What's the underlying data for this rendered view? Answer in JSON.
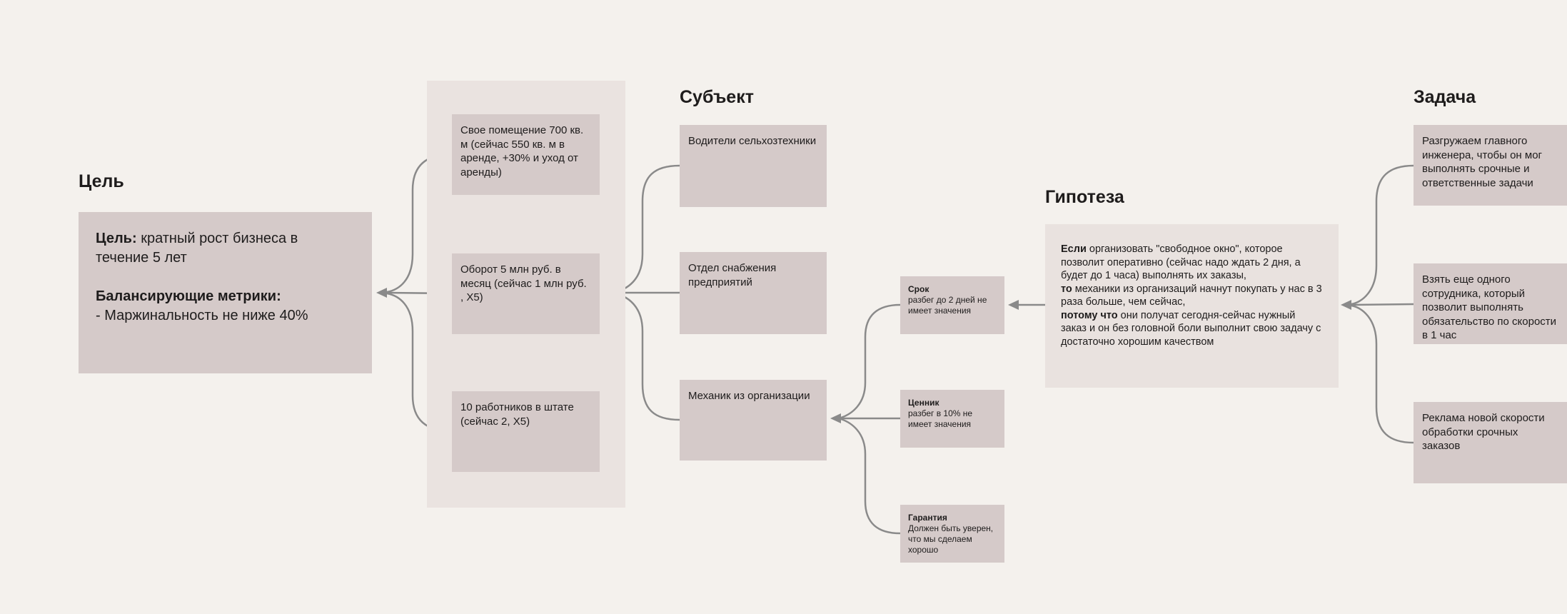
{
  "sections": {
    "goal": {
      "header": "Цель",
      "card": {
        "title_bold": "Цель:",
        "title_rest": " кратный рост бизнеса в течение 5 лет",
        "metrics_bold": "Балансирующие метрики:",
        "metrics_item": "- Маржинальность не ниже 40%"
      }
    },
    "metrics_group": {
      "items": [
        "Свое помещение 700 кв. м (сейчас 550 кв. м в аренде, +30% и уход от аренды)",
        "Оборот 5 млн руб. в месяц (сейчас 1 млн руб. , Х5)",
        "10 работников в штате (сейчас 2, Х5)"
      ]
    },
    "subject": {
      "header": "Субъект",
      "items": [
        "Водители сельхозтехники",
        "Отдел снабжения предприятий",
        "Механик из организации"
      ]
    },
    "criteria": {
      "items": [
        {
          "title": "Срок",
          "text": "разбег до 2 дней не имеет значения"
        },
        {
          "title": "Ценник",
          "text": "разбег в 10% не имеет значения"
        },
        {
          "title": "Гарантия",
          "text": "Должен быть уверен, что мы сделаем хорошо"
        }
      ]
    },
    "hypothesis": {
      "header": "Гипотеза",
      "if_bold": "Если",
      "if_text": " организовать \"свободное окно\", которое позволит оперативно (сейчас надо ждать 2 дня, а будет до 1 часа) выполнять их заказы,",
      "then_bold": "то",
      "then_text": " механики из организаций начнут покупать у нас в 3 раза больше, чем сейчас,",
      "because_bold": "потому что",
      "because_text": " они получат сегодня-сейчас нужный заказ и он без головной боли выполнит свою задачу с достаточно хорошим качеством"
    },
    "task": {
      "header": "Задача",
      "items": [
        "Разгружаем главного инженера, чтобы он мог выполнять срочные и ответственные задачи",
        "Взять еще одного сотрудника, который позволит выполнять обязательство по скорости в 1 час",
        "Реклама новой скорости обработки срочных заказов"
      ]
    }
  },
  "colors": {
    "background": "#f4f1ed",
    "card": "#d5cac9",
    "group": "#eae3e0",
    "hypothesis_card": "#e9e2df",
    "connector": "#8a8a8a",
    "text": "#1e1c1c"
  }
}
